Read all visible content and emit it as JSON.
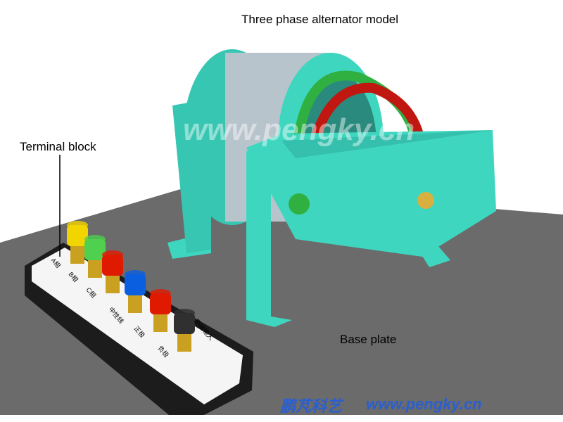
{
  "labels": {
    "alternator": "Three phase alternator model",
    "terminal_block": "Terminal block",
    "base_plate": "Base plate"
  },
  "terminals": [
    {
      "label": "A相",
      "color": "#f2d400"
    },
    {
      "label": "B相",
      "color": "#4fd04f"
    },
    {
      "label": "C相",
      "color": "#e01a00"
    },
    {
      "label": "中性线",
      "color": "#0a5ee0"
    },
    {
      "label": "正极",
      "color": "#e01a00"
    },
    {
      "label": "负极",
      "color": "#303030"
    }
  ],
  "excitation_label": "励磁输入",
  "watermarks": {
    "center": "www.pengky.cn",
    "bottom_cn": "鹏芃科艺",
    "bottom_url": "www.pengky.cn"
  },
  "colors": {
    "teal": "#3fd6c0",
    "plate": "#6b6b6b",
    "block": "#1c1c1c"
  }
}
